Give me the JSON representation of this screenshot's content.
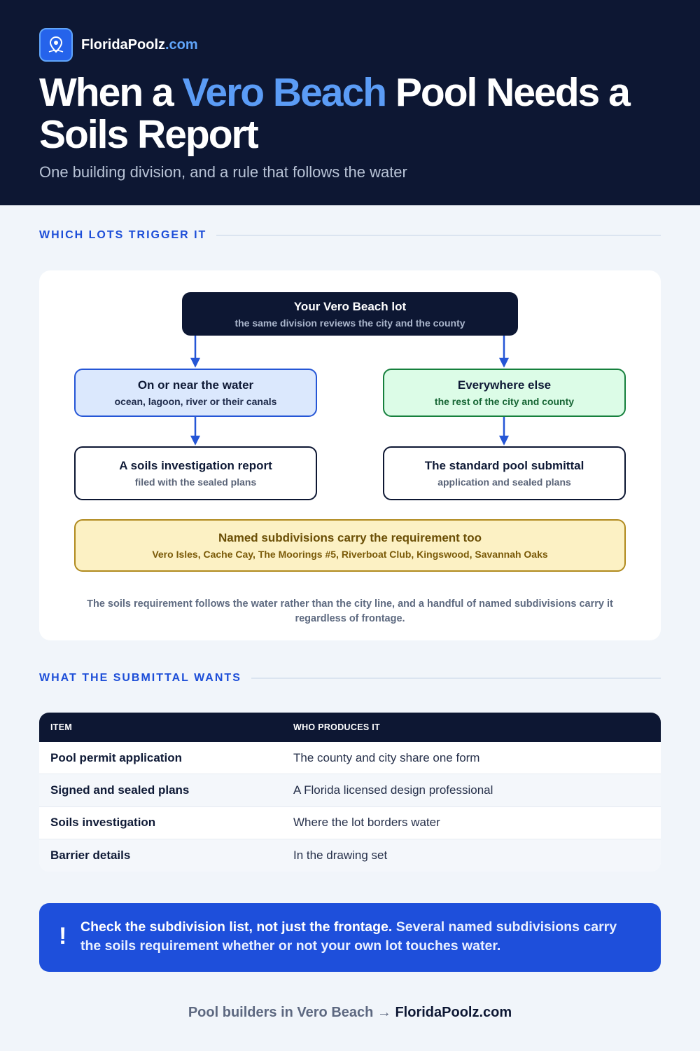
{
  "brand": {
    "name": "FloridaPoolz",
    "tld": ".com"
  },
  "header": {
    "title_pre": "When a ",
    "title_accent": "Vero Beach",
    "title_post": " Pool Needs a Soils Report",
    "subtitle": "One building division, and a rule that follows the water"
  },
  "sections": {
    "trigger": "WHICH LOTS TRIGGER IT",
    "submittal": "WHAT THE SUBMITTAL WANTS"
  },
  "flow": {
    "root": {
      "title": "Your Vero Beach lot",
      "sub": "the same division reviews the city and the county"
    },
    "water": {
      "title": "On or near the water",
      "sub": "ocean, lagoon, river or their canals"
    },
    "else": {
      "title": "Everywhere else",
      "sub": "the rest of the city and county"
    },
    "soils": {
      "title": "A soils investigation report",
      "sub": "filed with the sealed plans"
    },
    "standard": {
      "title": "The standard pool submittal",
      "sub": "application and sealed plans"
    },
    "named": {
      "title": "Named subdivisions carry the requirement too",
      "sub": "Vero Isles, Cache Cay, The Moorings #5, Riverboat Club, Kingswood, Savannah Oaks"
    },
    "caption": "The soils requirement follows the water rather than the city line, and a handful of named subdivisions carry it regardless of frontage."
  },
  "table": {
    "headers": [
      "ITEM",
      "WHO PRODUCES IT"
    ],
    "rows": [
      [
        "Pool permit application",
        "The county and city share one form"
      ],
      [
        "Signed and sealed plans",
        "A Florida licensed design professional"
      ],
      [
        "Soils investigation",
        "Where the lot borders water"
      ],
      [
        "Barrier details",
        "In the drawing set"
      ]
    ]
  },
  "callout": {
    "icon": "!",
    "bold": "Check the subdivision list, not just the frontage.",
    "text": " Several named subdivisions carry the soils requirement whether or not your own lot touches water."
  },
  "footer": {
    "text": "Pool builders in Vero Beach → ",
    "site": "FloridaPoolz.com"
  },
  "colors": {
    "navy": "#0d1733",
    "accent": "#5b9cf6",
    "blue": "#1e4fdb",
    "green": "#16803d",
    "gold": "#b08a1e"
  }
}
